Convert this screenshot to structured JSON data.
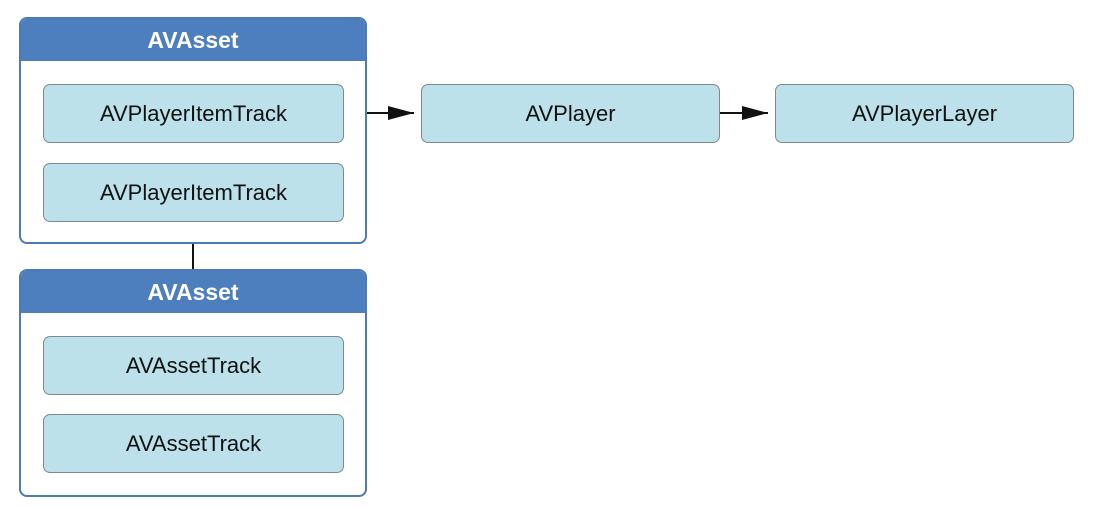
{
  "diagram": {
    "player_item_asset": {
      "title": "AVAsset",
      "tracks": [
        "AVPlayerItemTrack",
        "AVPlayerItemTrack"
      ]
    },
    "asset": {
      "title": "AVAsset",
      "tracks": [
        "AVAssetTrack",
        "AVAssetTrack"
      ]
    },
    "player": "AVPlayer",
    "player_layer": "AVPlayerLayer"
  },
  "colors": {
    "group_header": "#4d7fbf",
    "group_border": "#4a7ab7",
    "node_fill": "#bce1eb",
    "node_border": "#7b8a92",
    "arrow": "#111111"
  }
}
